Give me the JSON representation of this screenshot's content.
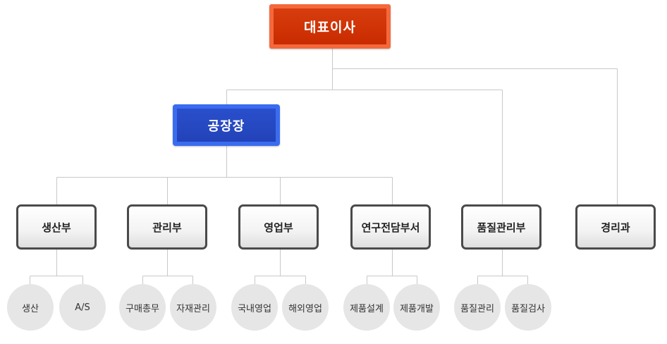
{
  "ceo": {
    "label": "대표이사"
  },
  "plant_manager": {
    "label": "공장장"
  },
  "departments": [
    {
      "label": "생산부",
      "subunits": [
        "생산",
        "A/S"
      ]
    },
    {
      "label": "관리부",
      "subunits": [
        "구매총무",
        "자재관리"
      ]
    },
    {
      "label": "영업부",
      "subunits": [
        "국내영업",
        "해외영업"
      ]
    },
    {
      "label": "연구전담부서",
      "subunits": [
        "제품설계",
        "제품개발"
      ]
    },
    {
      "label": "품질관리부",
      "subunits": [
        "품질관리",
        "품질검사"
      ]
    },
    {
      "label": "경리과",
      "subunits": []
    }
  ],
  "colors": {
    "ceo_border": "#f4683c",
    "ceo_fill": "#cd3100",
    "plant_border": "#3a6cf0",
    "plant_fill": "#2547c0",
    "dept_border": "#4a4a4a",
    "connector": "#c8c8c8",
    "subunit_fill": "#e6e6e6"
  }
}
